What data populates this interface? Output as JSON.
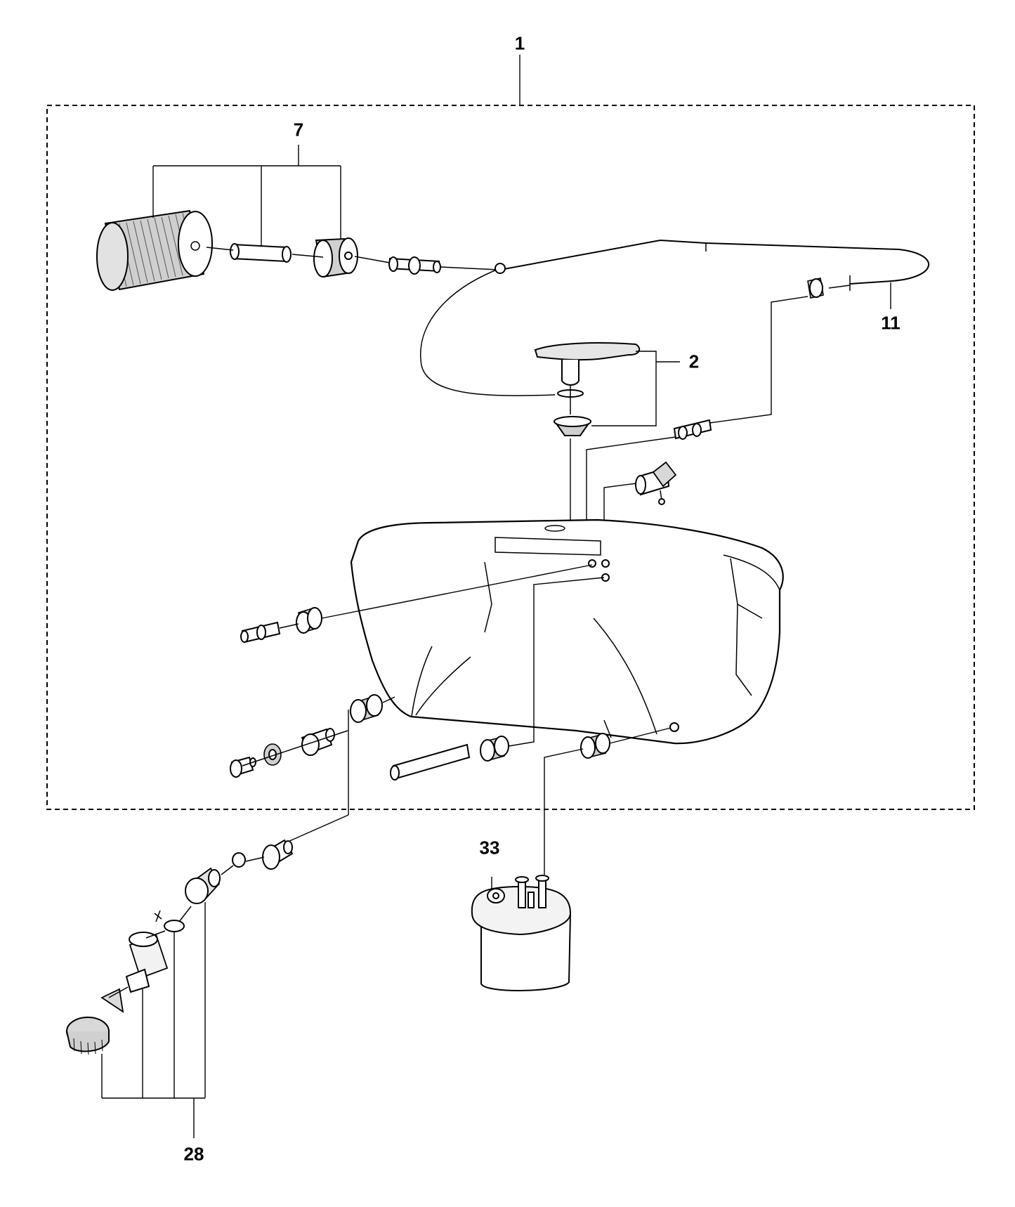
{
  "callouts": {
    "c1": "1",
    "c2": "2",
    "c7": "7",
    "c11": "11",
    "c28": "28",
    "c33": "33"
  }
}
